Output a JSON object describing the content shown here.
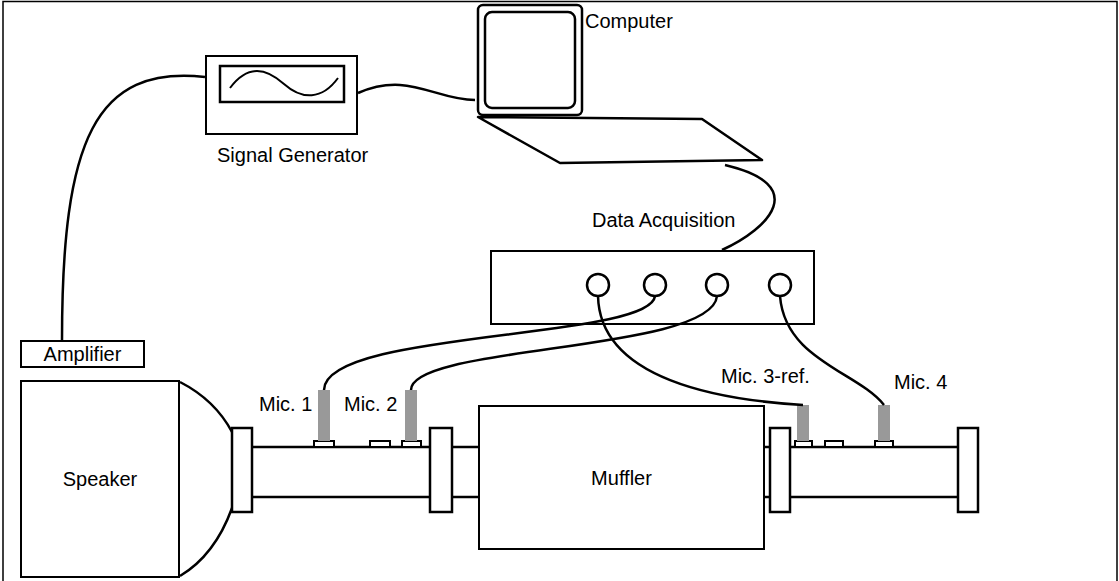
{
  "diagram": {
    "nodes": [
      {
        "text": [
          "Computer"
        ]
      },
      {
        "text": [
          "Signal Generator"
        ]
      },
      {
        "text": [
          "Data Acquisition"
        ]
      },
      {
        "text": [
          "Amplifier"
        ]
      },
      {
        "text": [
          "Speaker"
        ]
      },
      {
        "text": [
          "Muffler"
        ]
      }
    ],
    "edges": [
      {
        "from": 1,
        "to": 0,
        "arrow": "none"
      },
      {
        "from": 0,
        "to": 2,
        "arrow": "none"
      },
      {
        "from": 1,
        "to": 3,
        "arrow": "none"
      }
    ],
    "labels": [
      "Mic. 1",
      "Mic. 2",
      "Mic. 3-ref.",
      "Mic. 4"
    ]
  }
}
